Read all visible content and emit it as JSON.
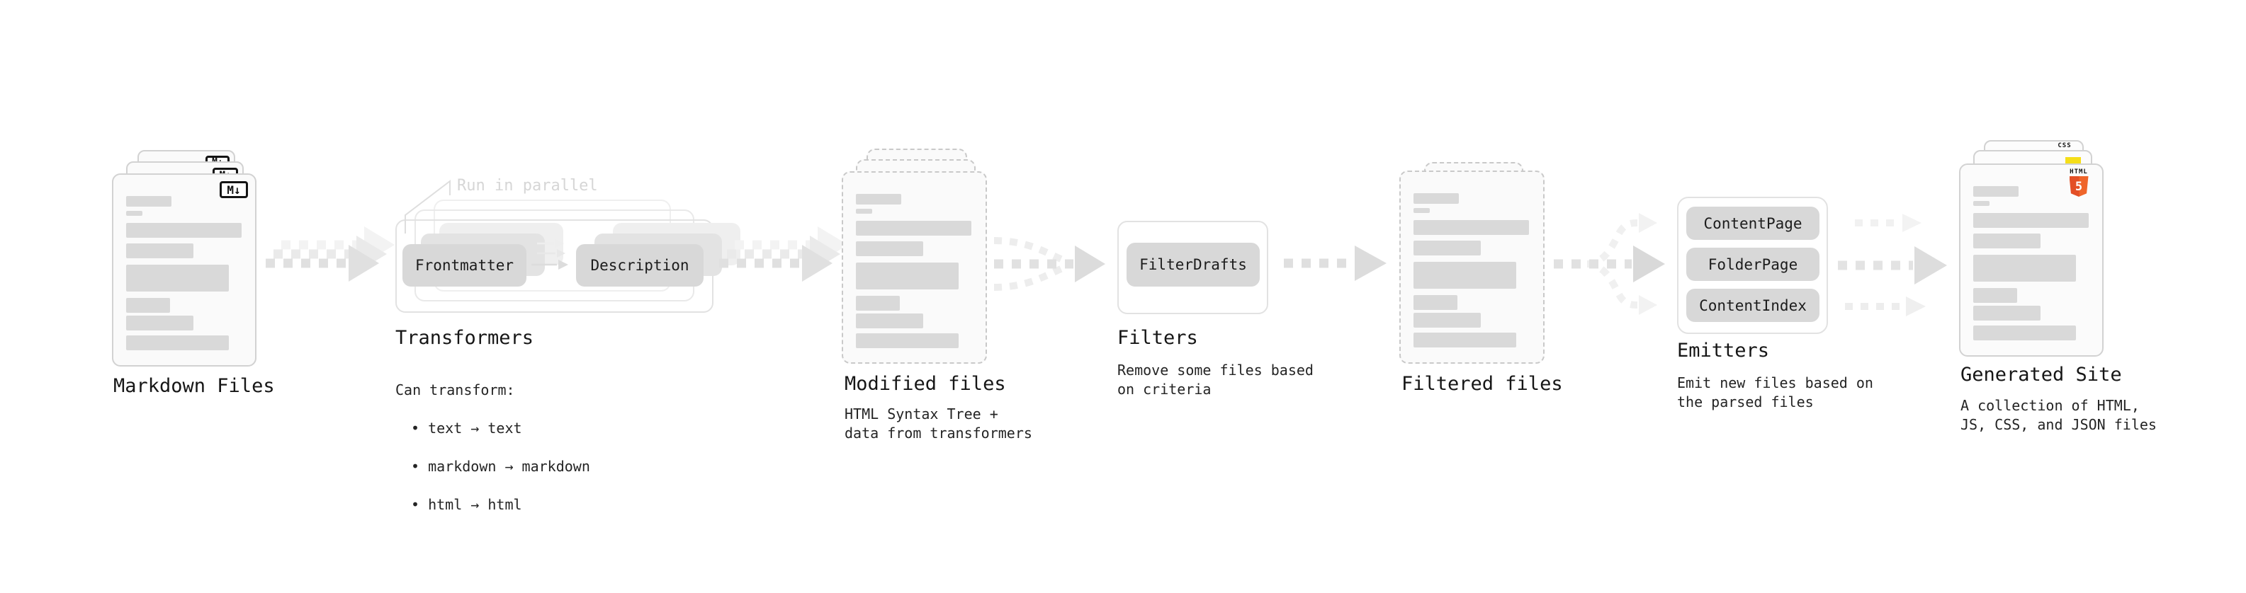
{
  "stages": {
    "markdown": {
      "label": "Markdown Files",
      "badge": "M↓"
    },
    "transformers": {
      "label": "Transformers",
      "note": "Run in parallel",
      "pill_frontmatter": "Frontmatter",
      "pill_description": "Description",
      "desc_title": "Can transform:",
      "bullets": [
        "• text → text",
        "• markdown → markdown",
        "• html → html"
      ]
    },
    "modified": {
      "label": "Modified files",
      "desc": "HTML Syntax Tree +\ndata from transformers"
    },
    "filters": {
      "label": "Filters",
      "pill": "FilterDrafts",
      "desc": "Remove some files based\non criteria"
    },
    "filtered": {
      "label": "Filtered files"
    },
    "emitters": {
      "label": "Emitters",
      "pills": [
        "ContentPage",
        "FolderPage",
        "ContentIndex"
      ],
      "desc": "Emit new files based on\nthe parsed files"
    },
    "generated": {
      "label": "Generated Site",
      "desc": "A collection of HTML,\nJS, CSS, and JSON files",
      "css_badge": "CSS",
      "html_badge_label": "HTML",
      "html_badge_number": "5"
    }
  },
  "colors": {
    "doc_fill": "#fafafa",
    "doc_border": "#d2d2d2",
    "dashed_border": "#c9c9c9",
    "bar": "#d9d9d9",
    "pill": "#d8d8d8",
    "panel_border": "#e2e2e2",
    "arrow": "#e0e0e0",
    "arrow_light": "#f1f1f1",
    "note_text": "#d6d6d6",
    "text": "#1a1a1a",
    "html5_orange": "#e34f26",
    "js_yellow": "#f5de19",
    "css_blue": "#2962ff"
  }
}
